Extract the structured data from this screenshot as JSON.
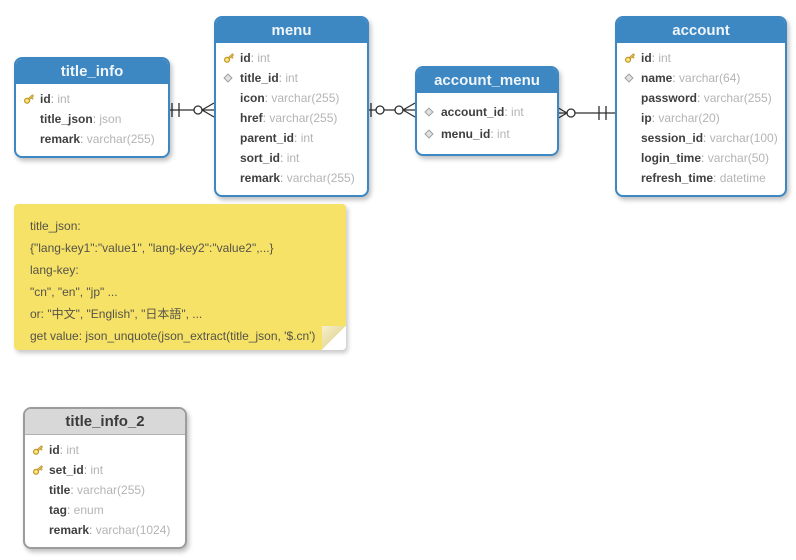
{
  "colors": {
    "table_header_blue": "#3d87c2",
    "table_border_blue": "#3d87c2",
    "table_header_gray": "#d8d8d8",
    "table_border_gray": "#9c9c9c",
    "note_background": "#f6e266",
    "field_name_color": "#3f3f3f",
    "field_type_color": "#b4b4b4",
    "key_icon_color": "#f2c94c",
    "diamond_icon_color": "#dcdcdc",
    "connector_color": "#2f2f2f"
  },
  "tables": {
    "title_info": {
      "title": "title_info",
      "fields": [
        {
          "name": "id",
          "type": "int",
          "icon": "key"
        },
        {
          "name": "title_json",
          "type": "json",
          "icon": "none"
        },
        {
          "name": "remark",
          "type": "varchar(255)",
          "icon": "none"
        }
      ]
    },
    "menu": {
      "title": "menu",
      "fields": [
        {
          "name": "id",
          "type": "int",
          "icon": "key"
        },
        {
          "name": "title_id",
          "type": "int",
          "icon": "diamond"
        },
        {
          "name": "icon",
          "type": "varchar(255)",
          "icon": "none"
        },
        {
          "name": "href",
          "type": "varchar(255)",
          "icon": "none"
        },
        {
          "name": "parent_id",
          "type": "int",
          "icon": "none"
        },
        {
          "name": "sort_id",
          "type": "int",
          "icon": "none"
        },
        {
          "name": "remark",
          "type": "varchar(255)",
          "icon": "none"
        }
      ]
    },
    "account_menu": {
      "title": "account_menu",
      "fields": [
        {
          "name": "account_id",
          "type": "int",
          "icon": "diamond"
        },
        {
          "name": "menu_id",
          "type": "int",
          "icon": "diamond"
        }
      ]
    },
    "account": {
      "title": "account",
      "fields": [
        {
          "name": "id",
          "type": "int",
          "icon": "key"
        },
        {
          "name": "name",
          "type": "varchar(64)",
          "icon": "diamond"
        },
        {
          "name": "password",
          "type": "varchar(255)",
          "icon": "none"
        },
        {
          "name": "ip",
          "type": "varchar(20)",
          "icon": "none"
        },
        {
          "name": "session_id",
          "type": "varchar(100)",
          "icon": "none"
        },
        {
          "name": "login_time",
          "type": "varchar(50)",
          "icon": "none"
        },
        {
          "name": "refresh_time",
          "type": "datetime",
          "icon": "none"
        }
      ]
    },
    "title_info_2": {
      "title": "title_info_2",
      "fields": [
        {
          "name": "id",
          "type": "int",
          "icon": "key"
        },
        {
          "name": "set_id",
          "type": "int",
          "icon": "key"
        },
        {
          "name": "title",
          "type": "varchar(255)",
          "icon": "none"
        },
        {
          "name": "tag",
          "type": "enum",
          "icon": "none"
        },
        {
          "name": "remark",
          "type": "varchar(1024)",
          "icon": "none"
        }
      ]
    }
  },
  "note": {
    "lines": [
      "title_json:",
      "{\"lang-key1\":\"value1\", \"lang-key2\":\"value2\",...}",
      "lang-key:",
      "\"cn\", \"en\", \"jp\" ...",
      "or: \"中文\", \"English\", \"日本語\", ...",
      "get value: json_unquote(json_extract(title_json, '$.cn')"
    ]
  },
  "relationships": [
    {
      "from": "title_info",
      "to": "menu",
      "from_cardinality": "exactly-one",
      "to_cardinality": "zero-or-many"
    },
    {
      "from": "menu",
      "to": "account_menu",
      "from_cardinality": "zero-or-one",
      "to_cardinality": "zero-or-many"
    },
    {
      "from": "account_menu",
      "to": "account",
      "from_cardinality": "zero-or-many",
      "to_cardinality": "exactly-one"
    }
  ]
}
